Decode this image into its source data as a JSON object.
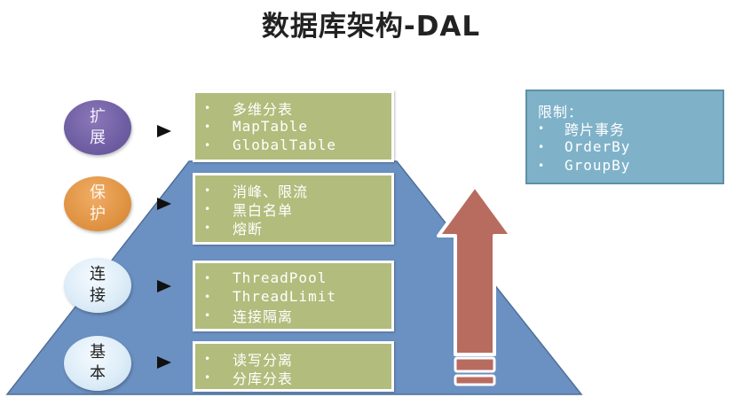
{
  "title": "数据库架构-DAL",
  "colors": {
    "pyramid": "#6b90c2",
    "green_box": "#b2bc7c",
    "limit_box": "#7fb2c8",
    "arrow": "#b86b5f"
  },
  "layers": [
    {
      "label_line1": "扩",
      "label_line2": "展",
      "items": [
        "多维分表",
        "MapTable",
        "GlobalTable"
      ]
    },
    {
      "label_line1": "保",
      "label_line2": "护",
      "items": [
        "消峰、限流",
        "黑白名单",
        "熔断"
      ]
    },
    {
      "label_line1": "连",
      "label_line2": "接",
      "items": [
        "ThreadPool",
        "ThreadLimit",
        "连接隔离"
      ]
    },
    {
      "label_line1": "基",
      "label_line2": "本",
      "items": [
        "读写分离",
        "分库分表"
      ]
    }
  ],
  "bullet": "•",
  "limit": {
    "title": "限制：",
    "items": [
      "跨片事务",
      "OrderBy",
      "GroupBy"
    ]
  }
}
